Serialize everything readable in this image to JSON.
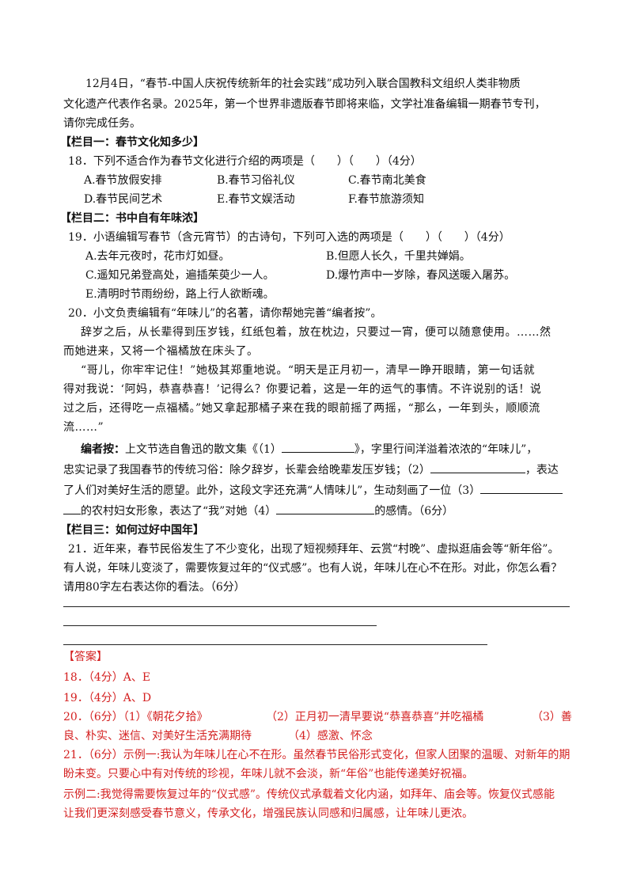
{
  "intro": {
    "line1": "12月4日，“春节-中国人庆祝传统新年的社会实践”成功列入联合国教科文组织人类非物质",
    "line2": "文化遗产代表作名录。2025年，第一个世界非遗版春节即将来临，文学社准备编辑一期春节专刊，",
    "line3": "请你完成任务。"
  },
  "section1": {
    "title": "【栏目一：春节文化知多少】"
  },
  "q18": {
    "stem": "18．下列不适合作为春节文化进行介绍的两项是（　　）（　　）（4分）",
    "options": [
      "A.春节放假安排",
      "B.春节习俗礼仪",
      "C.春节南北美食",
      "D.春节民间艺术",
      "E.春节文娱活动",
      "F.春节旅游须知"
    ]
  },
  "section2": {
    "title": "【栏目二：书中自有年味浓】"
  },
  "q19": {
    "stem": "19．小语编辑写春节（含元宵节）的古诗句，下列可入选的两项是（　　）（　　）（4分）",
    "options": [
      "A.去年元夜时，花市灯如昼。",
      "B.但愿人长久，千里共婵娟。",
      "C.遥知兄弟登高处，遍插茱萸少一人。",
      "D.爆竹声中一岁除，春风送暖入屠苏。",
      "E.清明时节雨纷纷，路上行人欲断魂。"
    ]
  },
  "q20": {
    "stem": "20．小文负责编辑有“年味儿”的名著，请你帮她完善“编者按”。",
    "excerpt": [
      "辞岁之后，从长辈得到压岁钱，红纸包着，放在枕边，只要过一宵，便可以随意使用。……然",
      "而她进来，又将一个福橘放在床头了。",
      "“哥儿，你牢牢记住！”她极其郑重地说。“明天是正月初一，清早一睁开眼睛，第一句话就",
      "得对我说：‘阿妈，恭喜恭喜！’记得么？你要记着，这是一年的运气的事情。不许说别的话！说",
      "过之后，还得吃一点福橘。”她又拿起那橘子来在我的眼前摇了两摇，“那么，一年到头，顺顺流",
      "流……”"
    ],
    "note_label": "编者按：",
    "note_a": "上文节选自鲁迅的散文集《（1）",
    "note_b": "》，字里行间洋溢着浓浓的“年味儿”，",
    "note_c": "忠实记录了我国春节的传统习俗：除夕辞岁，长辈会给晚辈发压岁钱；（2）",
    "note_d": "，表达",
    "note_e": "了人们对美好生活的愿望。此外，这段文字还充满“人情味儿”，生动刻画了一位（3）",
    "note_f": "的农村妇女形象，表达了“我”对她（4）",
    "note_g": "的感情。（6分）"
  },
  "section3": {
    "title": "【栏目三：如何过好中国年】"
  },
  "q21": {
    "line1": "21．近年来，春节民俗发生了不少变化，出现了短视频拜年、云赏“村晚”、虚拟逛庙会等“新年俗”。",
    "line2": "有人说，年味儿变淡了，需要恢复过年的“仪式感”。也有人说，年味儿在心不在形。对此，你怎么看？",
    "line3": "请用80字左右表达你的看法。（6分）"
  },
  "answer": {
    "label": "【答案】",
    "a18": "18．（4分）A、E",
    "a19": "19．（4分）A、D",
    "a20_1": "20．（6分）（1）《朝花夕拾》",
    "a20_2": "（2）正月初一清早要说“恭喜恭喜”并吃福橘",
    "a20_3": "（3）善",
    "a20_4": "良、朴实、迷信、对美好生活充满期待",
    "a20_5": "（4）感激、怀念",
    "a21_1": "21．（6分）示例一:我认为年味儿在心不在形。虽然春节民俗形式变化，但家人团聚的温暖、对新年的期",
    "a21_2": "盼未变。只要心中有对传统的珍视，年味儿就不会淡，新“年俗”也能传递美好祝福。",
    "a21_3": "示例二:我觉得需要恢复过年的“仪式感”。传统仪式承载着文化内涵，如拜年、庙会等。恢复仪式感能",
    "a21_4": "让我们更深刻感受春节意义，传承文化，增强民族认同感和归属感，让年味儿更浓。"
  },
  "colors": {
    "answer_red": "#d42020",
    "text": "#111111"
  }
}
